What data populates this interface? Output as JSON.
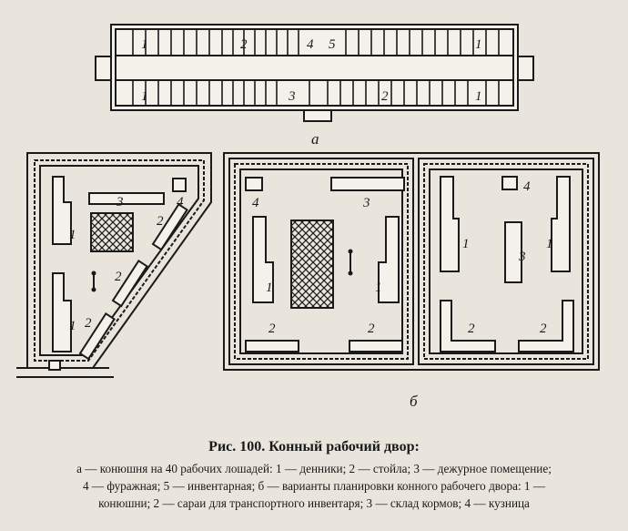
{
  "figure": {
    "title": "Рис. 100. Конный рабочий двор:",
    "caption_line1": "а — конюшня на 40 рабочих лошадей: 1 — денники; 2 — стойла; 3 — дежурное помещение;",
    "caption_line2": "4 — фуражная; 5 — инвентарная; б — варианты планировки конного рабочего двора: 1 —",
    "caption_line3": "конюшни; 2 — сараи для транспортного инвентаря; 3 — склад кормов; 4 — кузница"
  },
  "plan_a": {
    "sublabel": "а",
    "labels": [
      "1",
      "2",
      "4",
      "5",
      "1",
      "1",
      "3",
      "2",
      "1"
    ]
  },
  "plan_b": {
    "sublabel": "б",
    "left_labels": [
      "3",
      "4",
      "1",
      "2",
      "2",
      "1",
      "2"
    ],
    "middle_labels": [
      "4",
      "3",
      "1",
      "1",
      "2",
      "2"
    ],
    "right_labels": [
      "4",
      "1",
      "3",
      "1",
      "2",
      "2"
    ]
  }
}
